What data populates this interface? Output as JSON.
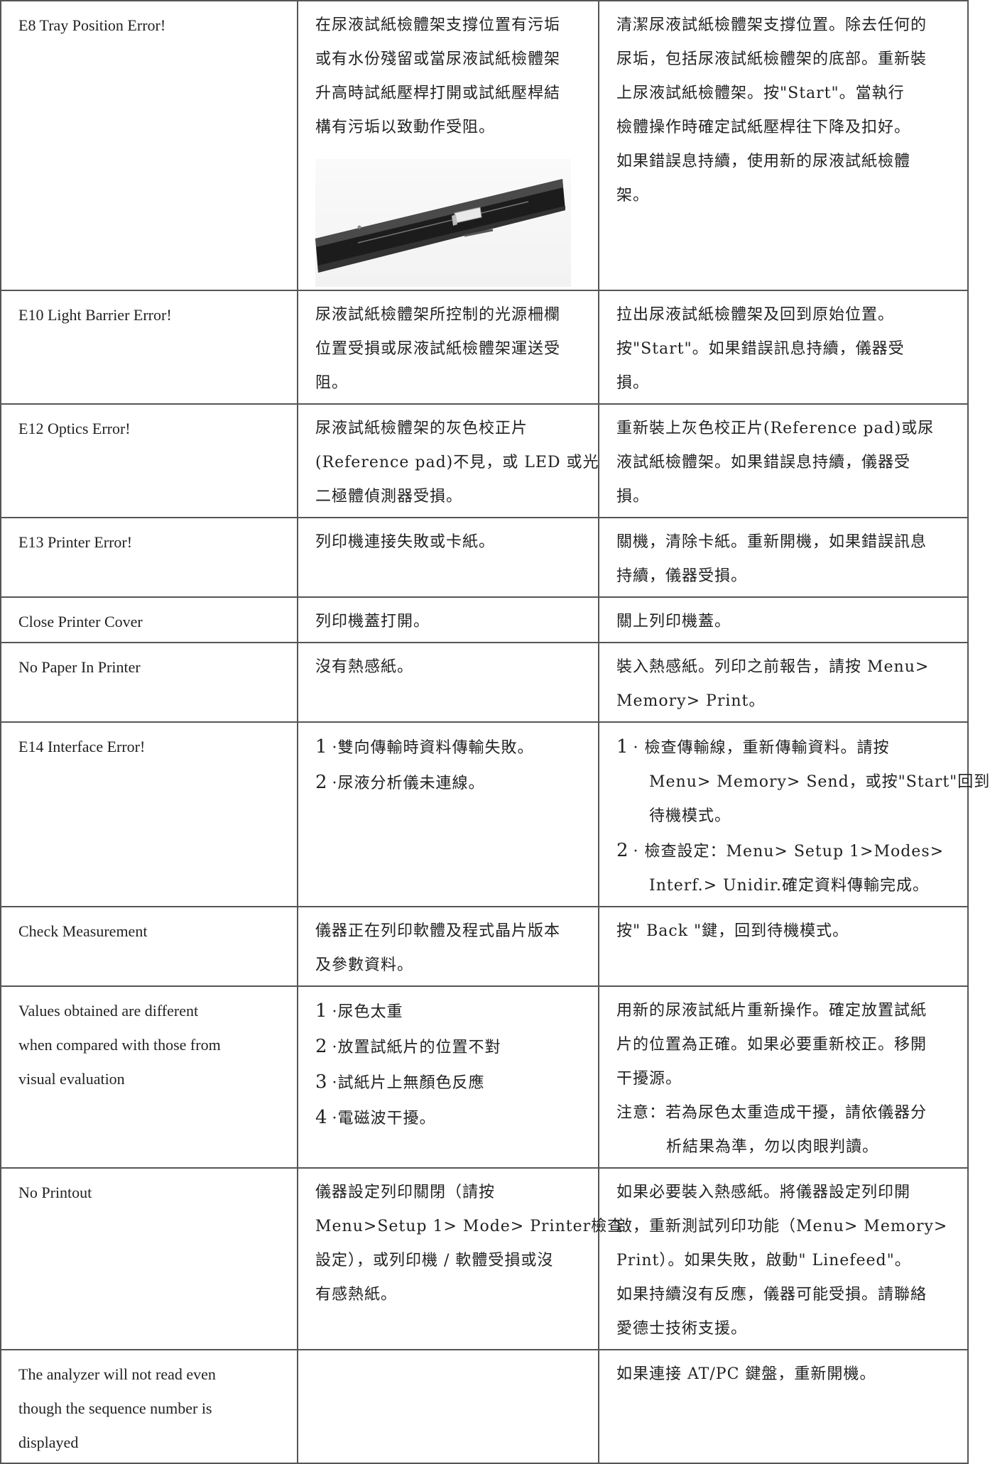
{
  "rows": [
    {
      "error": [
        "E8 Tray Position Error!"
      ],
      "cause": [
        "在尿液試紙檢體架支撐位置有污垢",
        "或有水份殘留或當尿液試紙檢體架",
        "升高時試紙壓桿打開或試紙壓桿結",
        "構有污垢以致動作受阻。"
      ],
      "solution": [
        "清潔尿液試紙檢體架支撐位置。除去任何的",
        "尿垢，包括尿液試紙檢體架的底部。重新裝",
        "上尿液試紙檢體架。按\"Start\"。當執行",
        "檢體操作時確定試紙壓桿往下降及扣好。",
        "如果錯誤息持續，使用新的尿液試紙檢體",
        "架。"
      ]
    },
    {
      "error": [
        "E10 Light Barrier Error!"
      ],
      "cause": [
        "尿液試紙檢體架所控制的光源柵欄",
        "位置受損或尿液試紙檢體架運送受",
        "阻。"
      ],
      "solution": [
        "拉出尿液試紙檢體架及回到原始位置。",
        "按\"Start\"。如果錯誤訊息持續，儀器受",
        "損。"
      ]
    },
    {
      "error": [
        "E12 Optics Error!"
      ],
      "cause": [
        "尿液試紙檢體架的灰色校正片",
        "(Reference pad)不見，或 LED 或光",
        "二極體偵測器受損。"
      ],
      "solution": [
        "重新裝上灰色校正片(Reference pad)或尿",
        "液試紙檢體架。如果錯誤息持續，儀器受",
        "損。"
      ]
    },
    {
      "error": [
        "E13 Printer Error!"
      ],
      "cause": [
        "列印機連接失敗或卡紙。"
      ],
      "solution": [
        "關機，清除卡紙。重新開機，如果錯誤訊息",
        "持續，儀器受損。"
      ]
    },
    {
      "error": [
        "Close Printer Cover"
      ],
      "cause": [
        "列印機蓋打開。"
      ],
      "solution": [
        "關上列印機蓋。"
      ]
    },
    {
      "error": [
        "No Paper In Printer"
      ],
      "cause": [
        "沒有熱感紙。"
      ],
      "solution": [
        "裝入熱感紙。列印之前報告，請按 Menu>",
        "Memory> Print。"
      ]
    },
    {
      "error": [
        "E14 Interface Error!"
      ],
      "cause_items": [
        {
          "num": "1",
          "text": "·雙向傳輸時資料傳輸失敗。"
        },
        {
          "num": "2",
          "text": "·尿液分析儀未連線。"
        }
      ],
      "solution_items": [
        {
          "num": "1",
          "lines": [
            "·  檢查傳輸線，重新傳輸資料。請按",
            "Menu> Memory> Send，或按\"Start\"回到",
            "待機模式。"
          ]
        },
        {
          "num": "2",
          "lines": [
            "·  檢查設定：Menu> Setup 1>Modes>",
            "Interf.> Unidir.確定資料傳輸完成。"
          ]
        }
      ]
    },
    {
      "error": [
        "Check Measurement"
      ],
      "cause": [
        "儀器正在列印軟體及程式晶片版本",
        "及參數資料。"
      ],
      "solution": [
        "按\" Back \"鍵，回到待機模式。"
      ]
    },
    {
      "error": [
        "Values obtained are different",
        "when compared with those from",
        "visual evaluation"
      ],
      "cause_items": [
        {
          "num": "1",
          "text": "·尿色太重"
        },
        {
          "num": "2",
          "text": "·放置試紙片的位置不對"
        },
        {
          "num": "3",
          "text": "·試紙片上無顏色反應"
        },
        {
          "num": "4",
          "text": "·電磁波干擾。"
        }
      ],
      "solution": [
        "用新的尿液試紙片重新操作。確定放置試紙",
        "片的位置為正確。如果必要重新校正。移開",
        "干擾源。"
      ],
      "note": [
        "注意：若為尿色太重造成干擾，請依儀器分",
        "析結果為準，勿以肉眼判讀。"
      ]
    },
    {
      "error": [
        "No Printout"
      ],
      "cause": [
        "儀器設定列印關閉（請按",
        "Menu>Setup 1> Mode> Printer檢查",
        "設定），或列印機 / 軟體受損或沒",
        "有感熱紙。"
      ],
      "solution": [
        "如果必要裝入熱感紙。將儀器設定列印開",
        "啟，重新測試列印功能（Menu> Memory>",
        "Print）。如果失敗，啟動\" Linefeed\"。",
        "如果持續沒有反應，儀器可能受損。請聯絡",
        "愛德士技術支援。"
      ]
    },
    {
      "error": [
        "The analyzer will not read even",
        "though the sequence number is",
        "displayed"
      ],
      "cause": [],
      "solution": [
        "如果連接 AT/PC 鍵盤，重新開機。"
      ]
    }
  ]
}
